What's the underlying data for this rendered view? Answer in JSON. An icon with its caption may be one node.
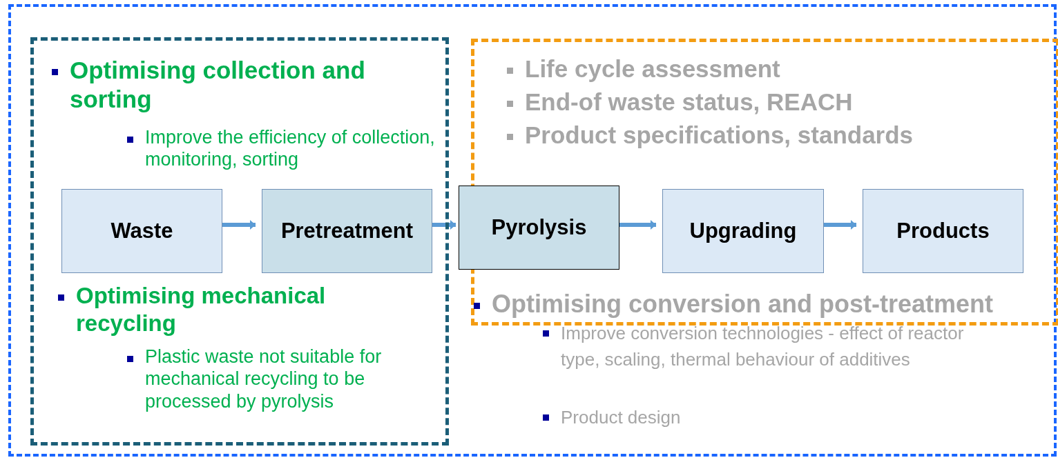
{
  "diagram": {
    "nodes": [
      {
        "text": [],
        "shape": "box"
      },
      {
        "text": [
          "Optimising collection and sorting",
          "Improve the efficiency of collection, monitoring, sorting",
          "Optimising mechanical recycling",
          "Plastic waste not suitable for mechanical recycling to be processed by pyrolysis"
        ],
        "in": 0
      },
      {
        "text": [
          "Waste"
        ],
        "in": 1
      },
      {
        "text": [
          "Pretreatment"
        ],
        "in": 1
      },
      {
        "text": [
          "Life cycle assessment",
          "End-of waste status, REACH",
          "Product specifications, standards",
          "Optimising conversion and post-treatment"
        ],
        "in": 0
      },
      {
        "text": [
          "Pyrolysis"
        ],
        "in": 0
      },
      {
        "text": [
          "Upgrading"
        ],
        "in": 4
      },
      {
        "text": [
          "Products"
        ],
        "in": 4
      }
    ],
    "edges": [
      {
        "from": 2,
        "to": 3,
        "arrow": "to"
      },
      {
        "from": 3,
        "to": 5,
        "arrow": "to"
      },
      {
        "from": 5,
        "to": 6,
        "arrow": "to"
      },
      {
        "from": 6,
        "to": 7,
        "arrow": "to"
      }
    ],
    "labels": [
      "Improve conversion technologies - effect of reactor type, scaling, thermal behaviour of additives",
      "Product design"
    ]
  }
}
